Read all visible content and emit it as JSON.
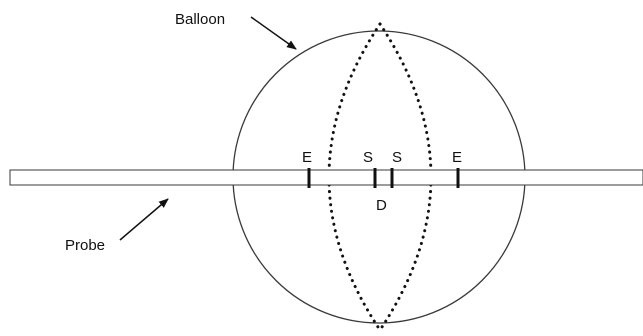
{
  "labels": {
    "balloon": "Balloon",
    "probe": "Probe",
    "electrode_left": "E",
    "sensor_left": "S",
    "sensor_right": "S",
    "electrode_right": "E",
    "detector": "D"
  },
  "colors": {
    "stroke": "#3a3a3a",
    "marker": "#111111",
    "text": "#111111",
    "background": "#ffffff"
  }
}
